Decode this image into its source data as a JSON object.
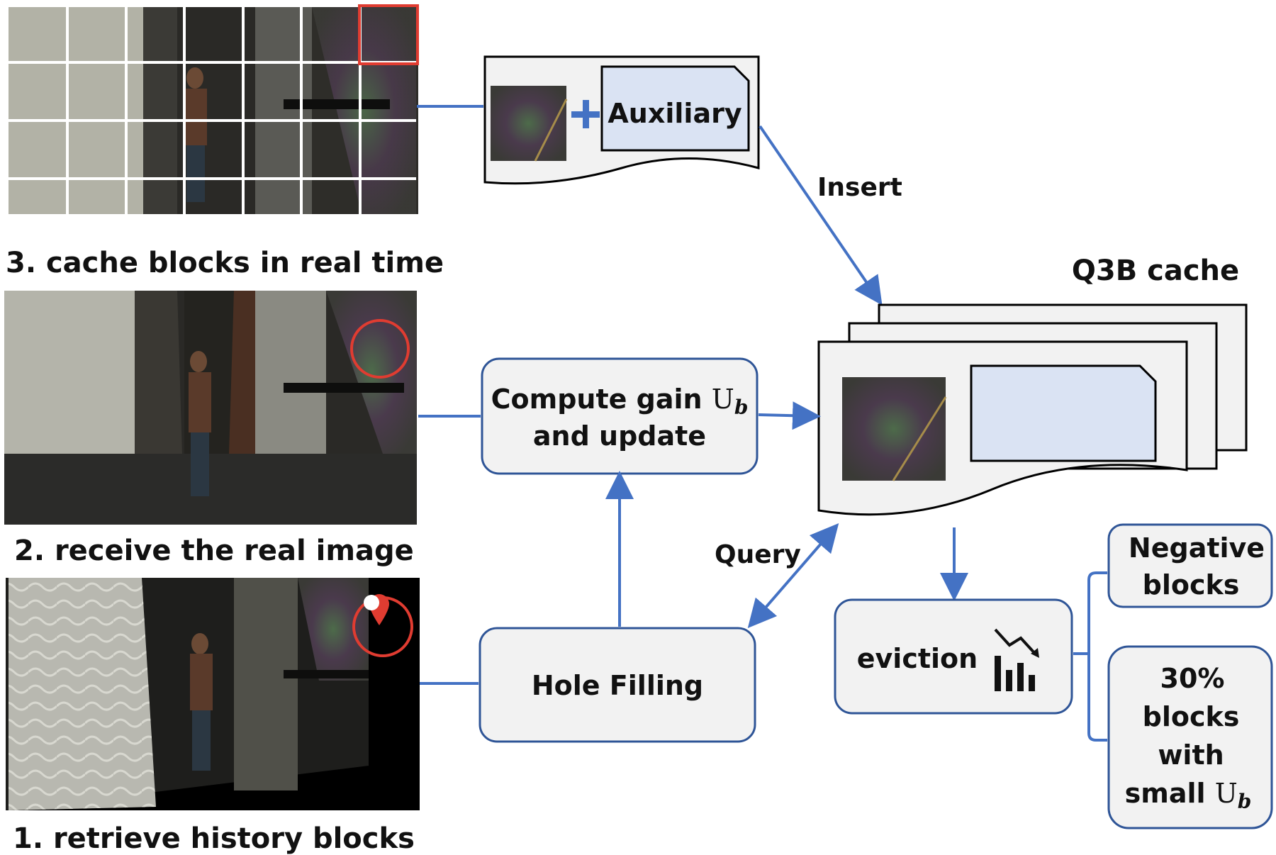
{
  "steps": {
    "step3": "3. cache blocks in real time",
    "step2": "2. receive the real image",
    "step1": "1. retrieve history blocks"
  },
  "nodes": {
    "auxiliary": "Auxiliary",
    "compute_line1": "Compute gain ",
    "compute_symbol": "U",
    "compute_subscript": "b",
    "compute_line2": "and update",
    "hole_filling": "Hole Filling",
    "eviction": "eviction",
    "cache_title": "Q3B cache",
    "negative_line1": "Negative",
    "negative_line2": "blocks",
    "pct_line1": "30%",
    "pct_line2": "blocks",
    "pct_line3": "with",
    "pct_line4_prefix": "small ",
    "pct_symbol": "U",
    "pct_subscript": "b"
  },
  "edges": {
    "insert": "Insert",
    "query": "Query"
  },
  "colors": {
    "connector": "#4472C4",
    "box_border": "#2F5597",
    "box_fill": "#F2F2F2",
    "aux_fill": "#DAE3F3",
    "highlight": "#E03C31"
  }
}
